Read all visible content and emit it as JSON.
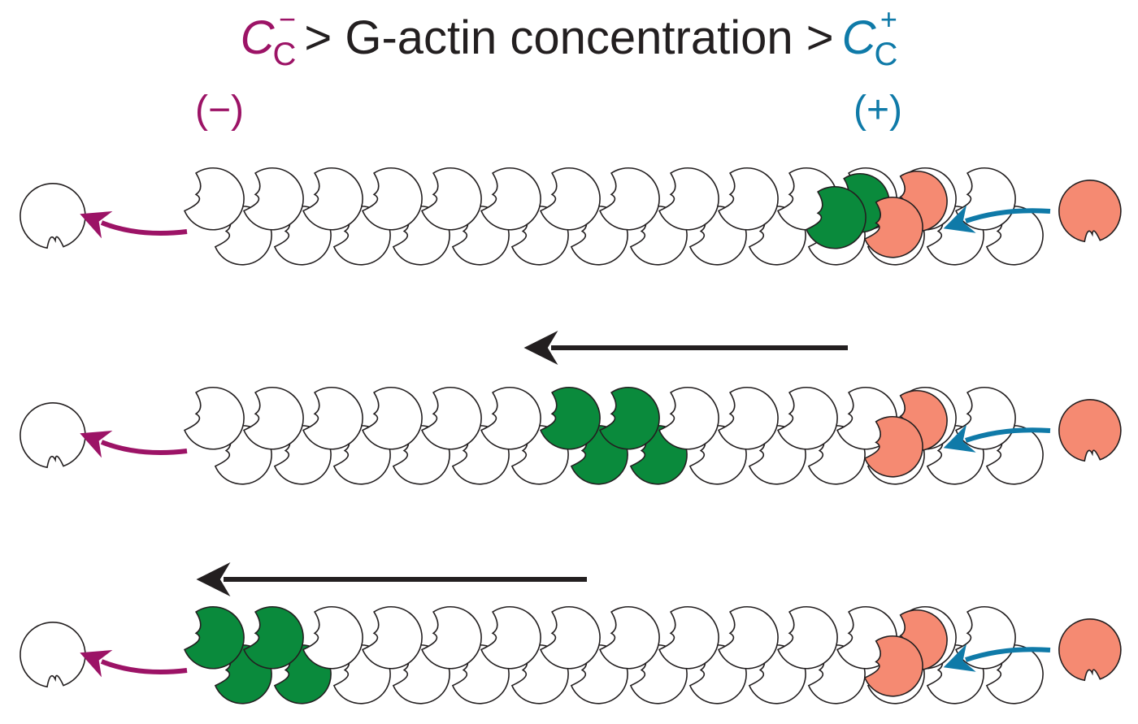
{
  "title": {
    "cc_minus_symbol": "C",
    "cc_minus_subscript": "C",
    "cc_minus_superscript": "−",
    "middle_text": "> G-actin concentration >",
    "cc_plus_symbol": "C",
    "cc_plus_subscript": "C",
    "cc_plus_superscript": "+"
  },
  "end_labels": {
    "minus": "(−)",
    "plus": "(+)"
  },
  "colors": {
    "minus_end": "#9c1366",
    "plus_end": "#0f7aa8",
    "tracked_subunit": "#0a8a3c",
    "new_subunit": "#f58a72",
    "old_subunit": "#ffffff",
    "outline": "#231f20",
    "movement_arrow": "#231f20"
  },
  "rows": [
    {
      "tracked_position": "plus-end"
    },
    {
      "tracked_position": "middle"
    },
    {
      "tracked_position": "minus-end"
    }
  ]
}
